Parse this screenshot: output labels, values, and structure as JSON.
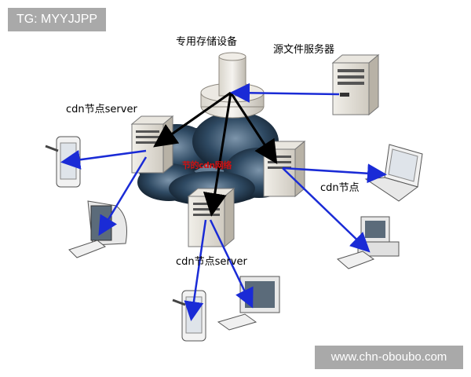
{
  "tag": {
    "text": "TG: MYYJJPP"
  },
  "watermark": {
    "text": "www.chn-oboubo.com"
  },
  "labels": {
    "storage": "专用存储设备",
    "source_server": "源文件服务器",
    "cdn_node_1": "cdn节点server",
    "cdn_node_2": "cdn节点",
    "cdn_node_3": "cdn节点server",
    "center": "节的cdn网络"
  },
  "colors": {
    "arrow_primary": "#000000",
    "arrow_secondary": "#1a2bd6",
    "cloud": "#2d4a63",
    "tag_bg": "#a9a9a9"
  }
}
